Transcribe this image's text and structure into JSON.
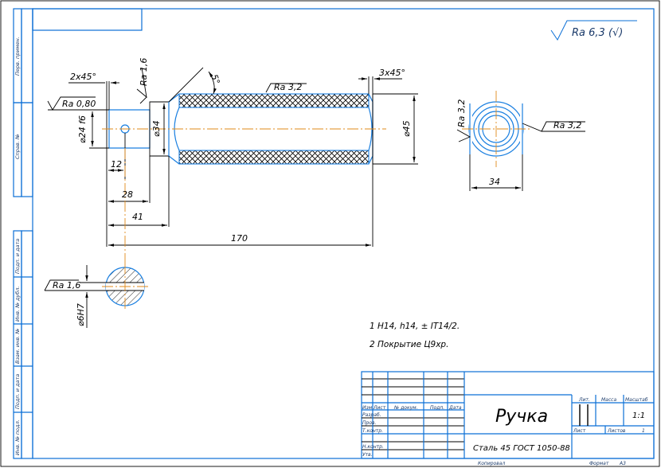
{
  "drawing": {
    "title": "Ручка",
    "material": "Сталь 45 ГОСТ 1050-88",
    "roughness_general": "Ra 6,3 (√)",
    "scale": "1:1",
    "sheets_label": "Листов",
    "sheets_count": "1",
    "sheet_label": "Лист",
    "lit_label": "Лит.",
    "mass_label": "Масса",
    "scale_label": "Масштаб",
    "copied_label": "Копировал",
    "format_label": "Формат",
    "format_value": "A3"
  },
  "side_stamp": [
    "Перв. примен.",
    "Справ. №",
    "Подп. и дата",
    "Инв. № дубл.",
    "Взам. инв. №",
    "Подп. и дата",
    "Инв. № подл."
  ],
  "title_block": {
    "headers": [
      "Изм.",
      "Лист",
      "№ докум.",
      "Подп.",
      "Дата"
    ],
    "rows": [
      "Разраб.",
      "Пров.",
      "Т.контр.",
      "",
      "Н.контр.",
      "Утв."
    ]
  },
  "dimensions": {
    "chamfer_left": "2x45°",
    "chamfer_right": "3x45°",
    "dia_shaft": "⌀24 f6",
    "dia_collar": "⌀34",
    "dia_knurl": "⌀45",
    "angle": "5°",
    "len_12": "12",
    "len_28": "28",
    "len_41": "41",
    "len_170": "170",
    "hole": "⌀6H7",
    "end_width": "34"
  },
  "roughness": {
    "shaft": "Ra 0,80",
    "collar": "Ra 1,6",
    "knurl": "Ra 3,2",
    "hole": "Ra 1,6",
    "end_left": "Ra 3,2",
    "end_right": "Ra 3,2"
  },
  "notes": [
    "1 H14, h14, ± IT14/2.",
    "2 Покрытие Ц9хр."
  ],
  "colors": {
    "frame": "#0b6fd6",
    "part": "#1a7fe0",
    "axis": "#e08a1a"
  }
}
